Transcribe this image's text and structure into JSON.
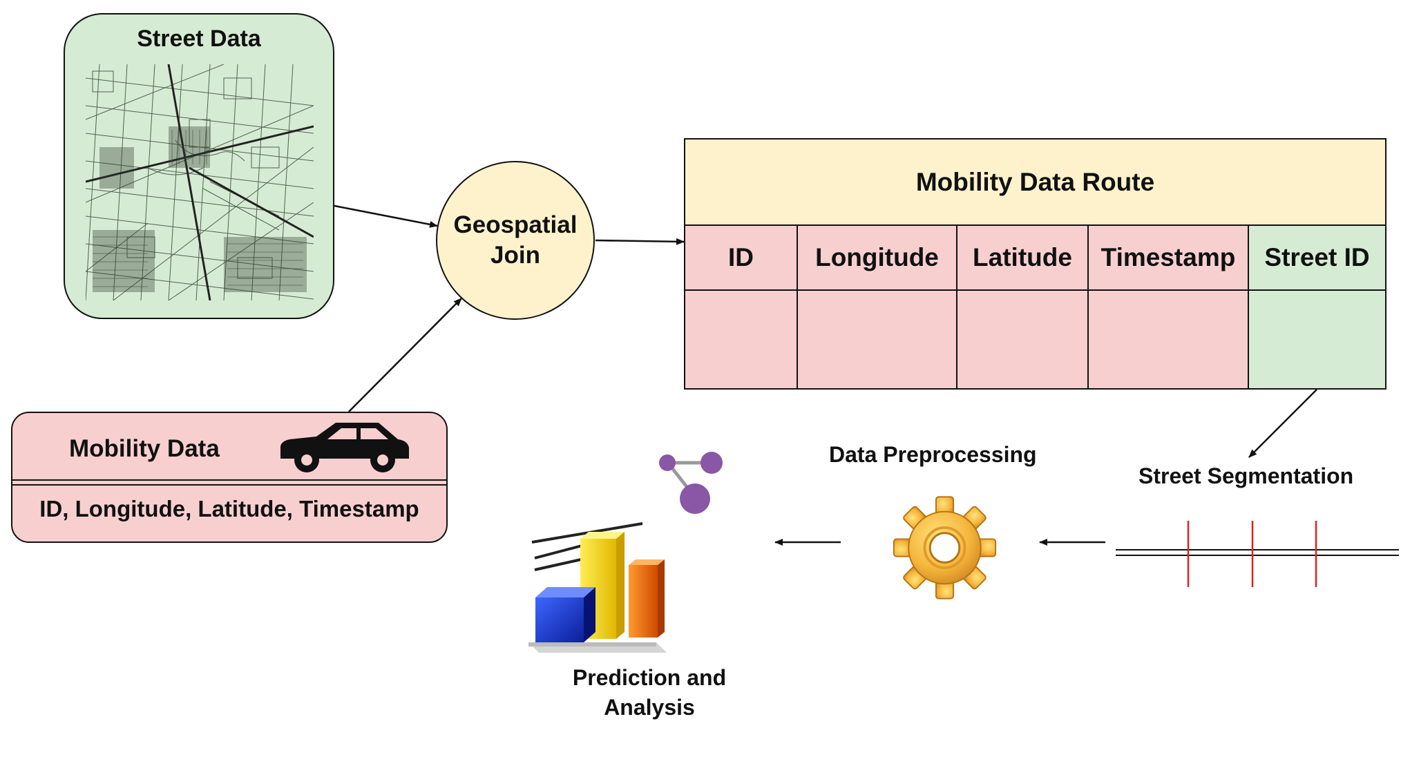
{
  "street_data": {
    "title": "Street Data"
  },
  "geospatial_join": {
    "label": "Geospatial Join"
  },
  "mobility_data": {
    "title": "Mobility Data",
    "fields": "ID, Longitude, Latitude, Timestamp",
    "icon": "car-icon"
  },
  "route_table": {
    "title": "Mobility Data Route",
    "columns": [
      "ID",
      "Longitude",
      "Latitude",
      "Timestamp",
      "Street ID"
    ]
  },
  "steps": {
    "street_segmentation": "Street Segmentation",
    "data_preprocessing": "Data Preprocessing",
    "prediction_analysis": "Prediction and Analysis"
  },
  "colors": {
    "green": "#d6ebd3",
    "pink": "#f8cfcf",
    "yellow": "#fdf2cc",
    "segment_red": "#e02020"
  }
}
